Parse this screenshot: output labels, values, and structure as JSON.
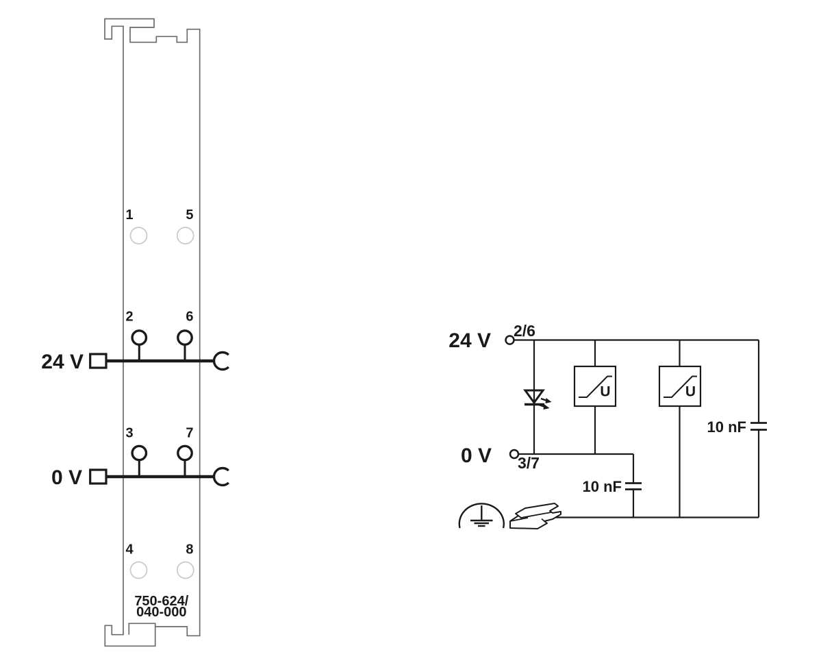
{
  "module": {
    "label_24v": "24 V",
    "label_0v": "0 V",
    "terminals": [
      "1",
      "2",
      "3",
      "4",
      "5",
      "6",
      "7",
      "8"
    ],
    "part_number_line1": "750-624/",
    "part_number_line2": "040-000"
  },
  "circuit": {
    "label_24v": "24 V",
    "label_0v": "0 V",
    "terminal_pair_24v": "2/6",
    "terminal_pair_0v": "3/7",
    "capacitor_0v_label": "10 nF",
    "capacitor_24v_label": "10 nF",
    "limiter1_label": "U",
    "limiter2_label": "U"
  },
  "colors": {
    "ink": "#1a1a1a",
    "module-outline": "#6b6b6b",
    "inactive-terminal": "#c9c9c9",
    "background": "#ffffff"
  }
}
